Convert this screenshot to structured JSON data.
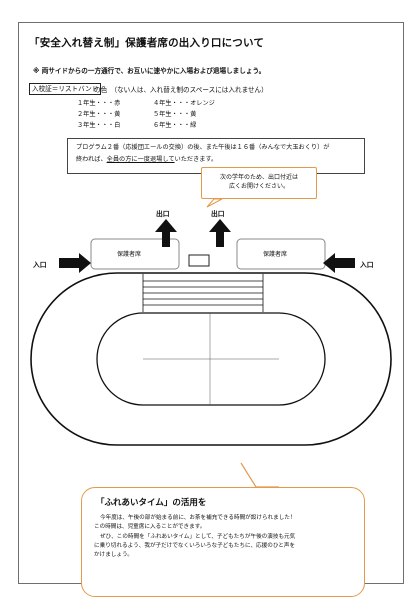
{
  "title": "「安全入れ替え制」保護者席の出入り口について",
  "note": "※ 両サイドからの一方通行で、お互いに速やかに入場および退場しましょう。",
  "wristband": {
    "box": "入校証＝リストバンド",
    "after": "の色　（ない人は、入れ替え制のスペースには入れません）",
    "grades_left": [
      "１年生・・・赤",
      "２年生・・・黄",
      "３年生・・・白"
    ],
    "grades_right": [
      "４年生・・・オレンジ",
      "５年生・・・黄",
      "６年生・・・緑"
    ]
  },
  "program_note": {
    "line1": "プログラム２番（応援団エールの交換）の後、また午後は１６番（みんなで大玉おくり）が",
    "line2_pre": "終われば、",
    "line2_u": "全員の方に一度退場して",
    "line2_post": "いただきます。"
  },
  "callout": {
    "line1": "次の学年のため、出口付近は",
    "line2": "広くお開けください。"
  },
  "diagram": {
    "exit_label": "出口",
    "entrance_label": "入口",
    "seat_label": "保護者席"
  },
  "bottom": {
    "title": "「ふれあいタイム」の活用を",
    "lines": [
      "今年度は、午後の部が始まる前に、お茶を補充できる時間が設けられました！",
      "この時間は、児童席に入ることができます。",
      "ぜひ、この時間を「ふれあいタイム」として、子どもたちが午後の演技も元気",
      "に乗り切れるよう、我が子だけでなくいろいろな子どもたちに、応援のひと声を",
      "かけましょう。"
    ]
  },
  "colors": {
    "accent_orange": "#e59a4b",
    "border_gray": "#6f6f6f"
  }
}
